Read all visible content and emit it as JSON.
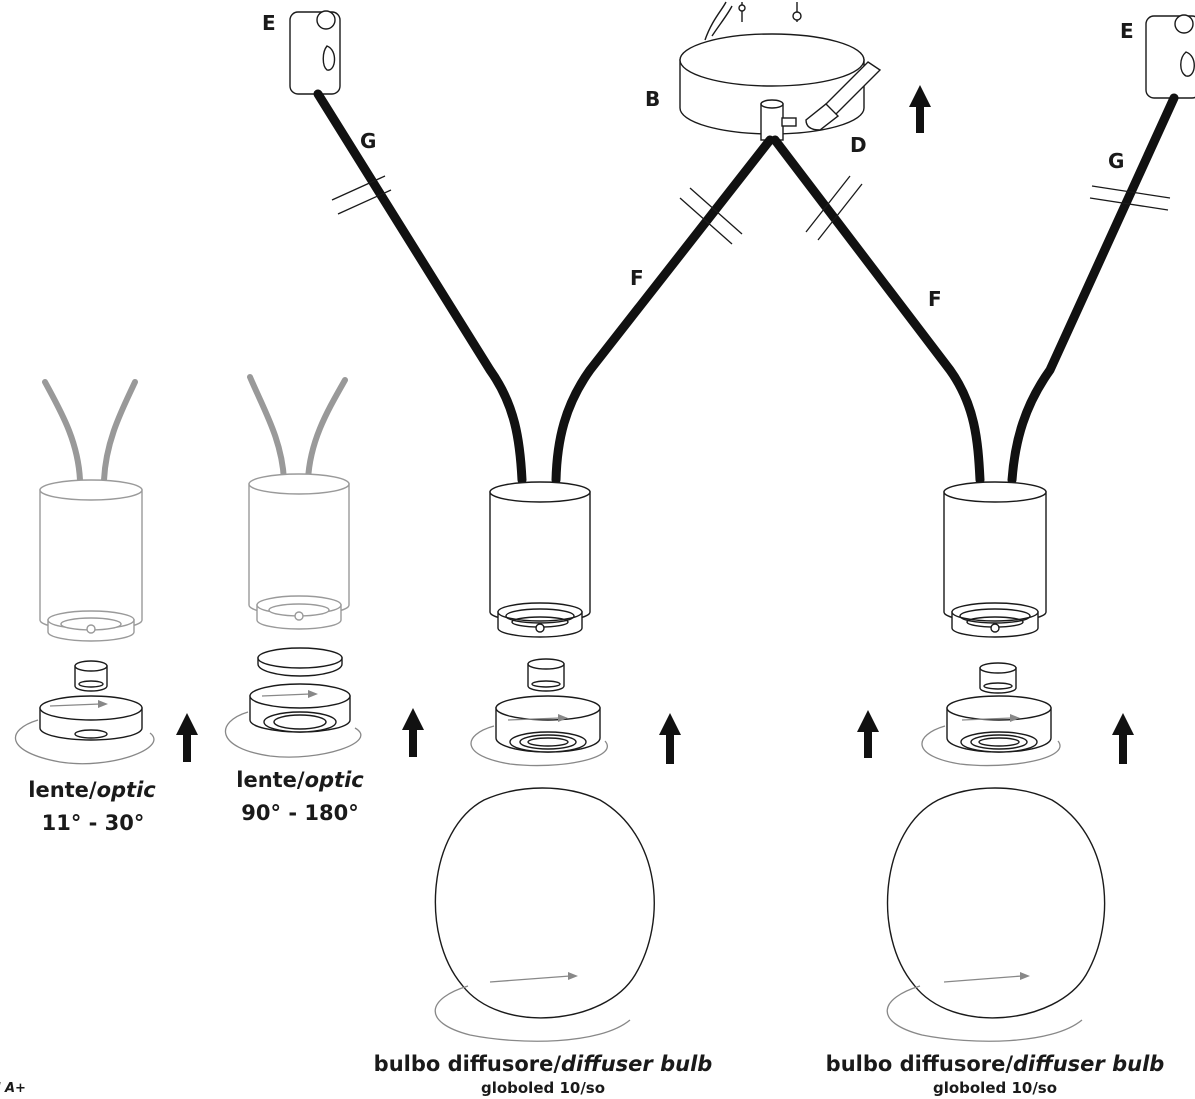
{
  "labels": {
    "b": "B",
    "d": "D",
    "e_left": "E",
    "e_right": "E",
    "g_left": "G",
    "g_right": "G",
    "f_left": "F",
    "f_right": "F"
  },
  "optic_1": {
    "line1": "lente/",
    "line1_italic": "optic",
    "line2": "11° - 30°"
  },
  "optic_2": {
    "line1": "lente/",
    "line1_italic": "optic",
    "line2": "90° - 180°"
  },
  "bulb_1": {
    "title": "bulbo diffusore/",
    "title_italic": "diffuser bulb",
    "model": "globoled 10/so"
  },
  "bulb_2": {
    "title": "bulbo diffusore/",
    "title_italic": "diffuser bulb",
    "model": "globoled 10/so"
  },
  "footer_fragment": "l A+"
}
